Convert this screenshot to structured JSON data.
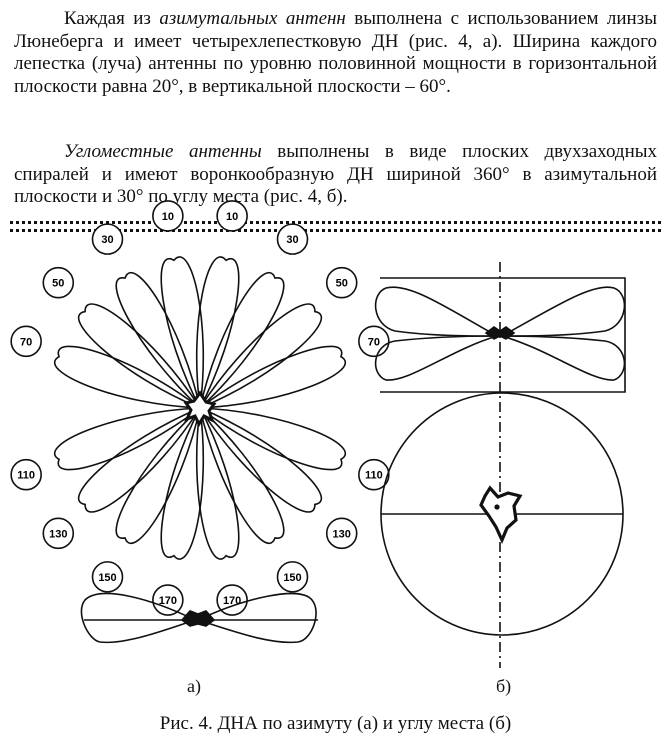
{
  "paragraph1": {
    "before": "Каждая из ",
    "italic": "азимутальных антенн",
    "after": " выполнена с использованием линзы Люнеберга и имеет четырехлепестковую ДН (рис. 4, а). Ширина каждого лепестка (луча) антенны по уровню половинной мощности в горизонтальной плоскости равна 20°, в вертикальной плоскости – 60°."
  },
  "paragraph2": {
    "italic": "Угломестные антенны",
    "after": " выполнены в виде плоских двухзаходных спиралей и имеют воронкообразную ДН шириной 360° в азимутальной плоскости и 30° по углу места (рис. 4, б)."
  },
  "figure": {
    "lobe_angles": [
      "10",
      "30",
      "50",
      "70",
      "110",
      "130",
      "150",
      "170",
      "10",
      "30",
      "50",
      "70",
      "110",
      "130",
      "150",
      "170"
    ],
    "label_a": "а)",
    "label_b": "б)",
    "caption": "Рис. 4. ДНА по азимуту (а) и углу места (б)"
  }
}
